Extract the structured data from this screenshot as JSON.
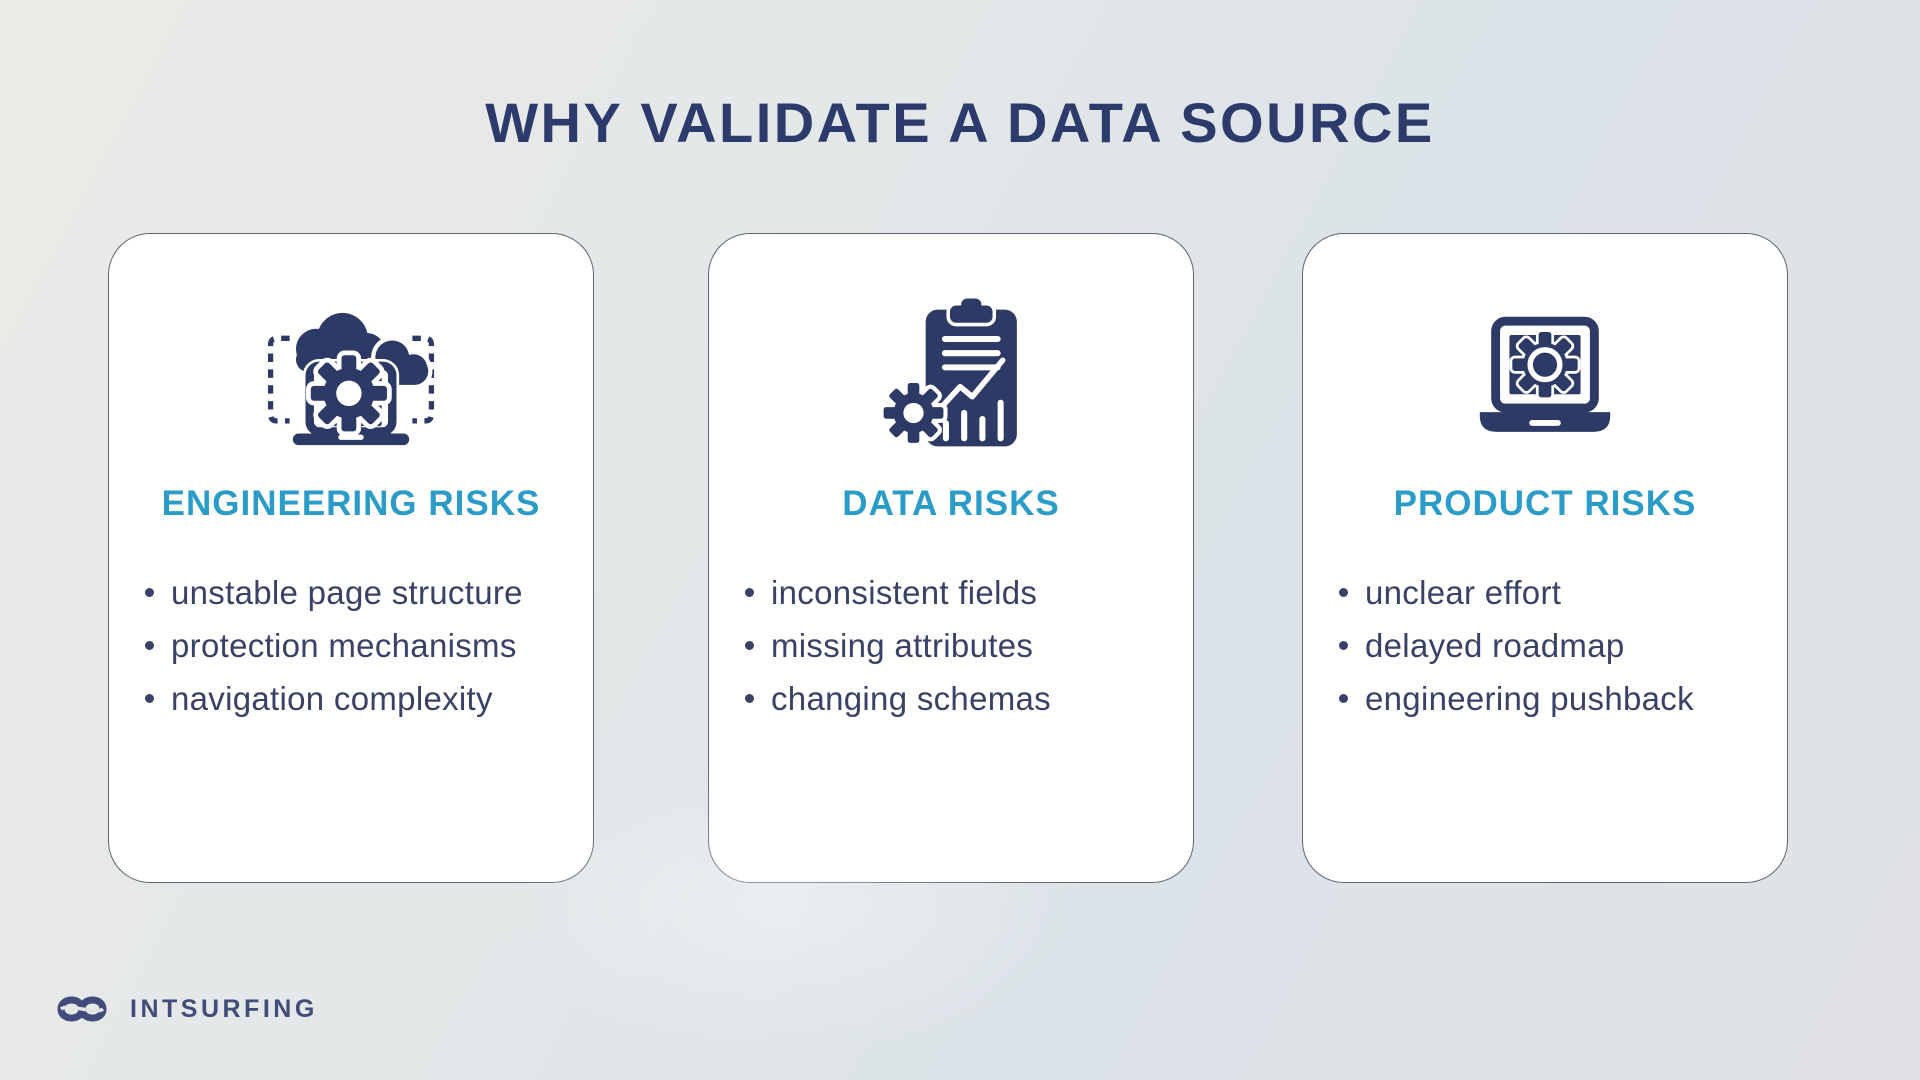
{
  "page": {
    "title": "WHY VALIDATE A DATA SOURCE"
  },
  "cards": [
    {
      "icon": "cloud-gear-laptop-icon",
      "title": "ENGINEERING RISKS",
      "bullets": [
        "unstable page structure",
        "protection mechanisms",
        "navigation complexity"
      ]
    },
    {
      "icon": "report-chart-gear-icon",
      "title": "DATA RISKS",
      "bullets": [
        "inconsistent fields",
        "missing attributes",
        "changing schemas"
      ]
    },
    {
      "icon": "laptop-gear-icon",
      "title": "PRODUCT RISKS",
      "bullets": [
        "unclear effort",
        "delayed roadmap",
        "engineering pushback"
      ]
    }
  ],
  "footer": {
    "logo_text": "INTSURFING"
  },
  "colors": {
    "navy_icon": "#2e3a66",
    "title_navy": "#2d3a6c",
    "bullet_navy": "#394266",
    "teal_heading": "#2b9cc7",
    "card_background": "#ffffff",
    "card_border": "#5d6670",
    "logo_navy": "#414c7a",
    "background_start": "#ebebe7",
    "background_end": "#e0e2e6"
  }
}
